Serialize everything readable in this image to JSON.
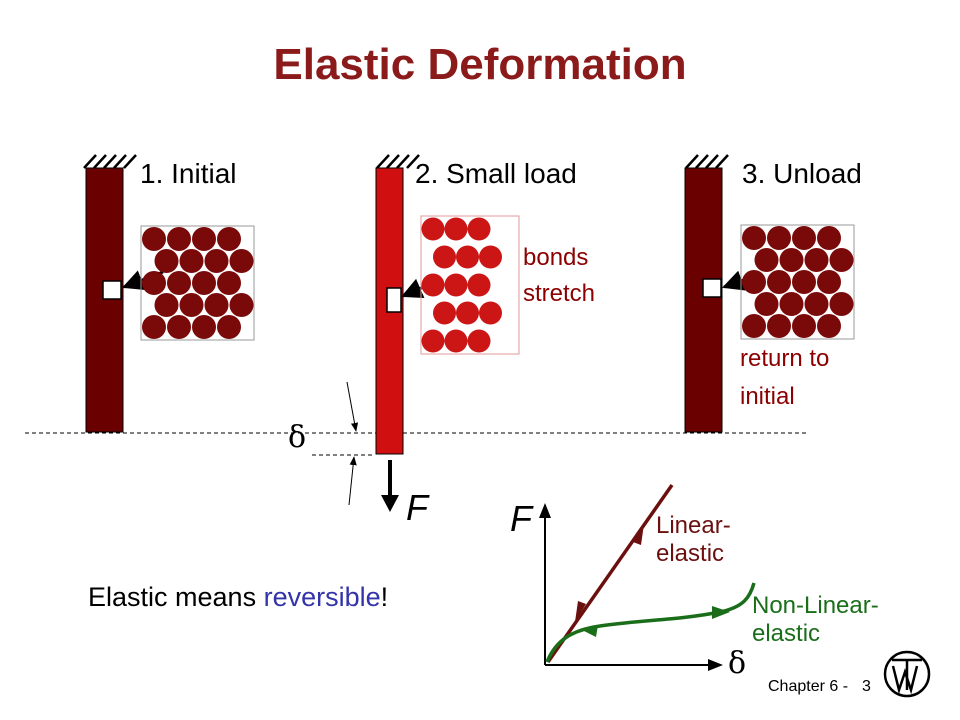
{
  "slide": {
    "title": "Elastic Deformation",
    "stages": [
      {
        "label": "1. Initial"
      },
      {
        "label": "2. Small load"
      },
      {
        "label": "3. Unload"
      }
    ],
    "bond_note": {
      "line1": "bonds",
      "line2": "stretch"
    },
    "return_note": {
      "line1": "return to",
      "line2": "initial"
    },
    "delta_symbol": "δ",
    "force_symbol": "F",
    "statement": {
      "before": "Elastic means ",
      "highlight": "reversible",
      "after": "!"
    },
    "footer": {
      "chapter": "Chapter 6 -",
      "page": "3"
    }
  },
  "graph": {
    "y_label": "F",
    "x_label": "δ",
    "curves": [
      {
        "line1": "Linear-",
        "line2": "elastic",
        "color": "#6b0f0f"
      },
      {
        "line1": "Non-Linear-",
        "line2": "elastic",
        "color": "#1a6e1a"
      }
    ]
  },
  "colors": {
    "title": "#8b1a1a",
    "bar_dark": "#6b0000",
    "bar_loaded": "#d01010",
    "atom_dark": "#7a0a0a",
    "atom_loaded": "#cc1515",
    "highlight": "#3333aa"
  },
  "icons": [
    "wall-hatch-icon",
    "publisher-logo-icon"
  ]
}
